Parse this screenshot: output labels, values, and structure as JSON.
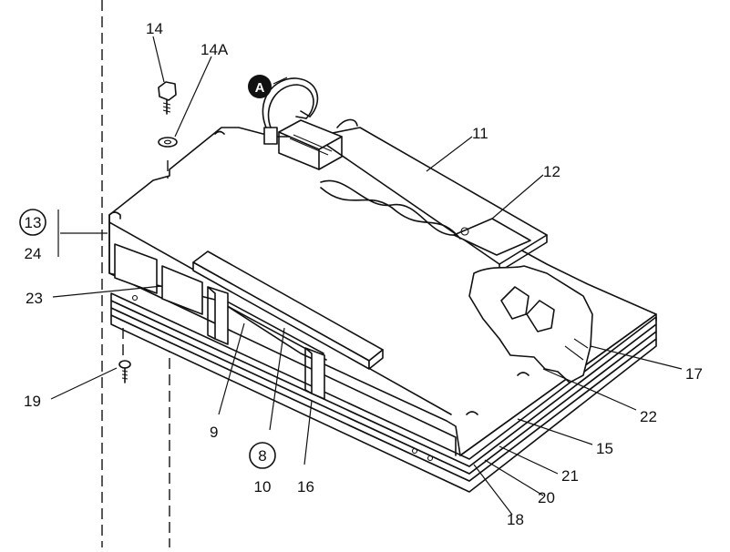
{
  "diagram": {
    "callouts": {
      "c14": "14",
      "c14a": "14A",
      "c11": "11",
      "c12": "12",
      "c13": "13",
      "c24": "24",
      "c23": "23",
      "c19": "19",
      "c9": "9",
      "c8": "8",
      "c10": "10",
      "c16": "16",
      "c17": "17",
      "c22": "22",
      "c15": "15",
      "c21": "21",
      "c20": "20",
      "c18": "18",
      "cA": "A"
    }
  }
}
